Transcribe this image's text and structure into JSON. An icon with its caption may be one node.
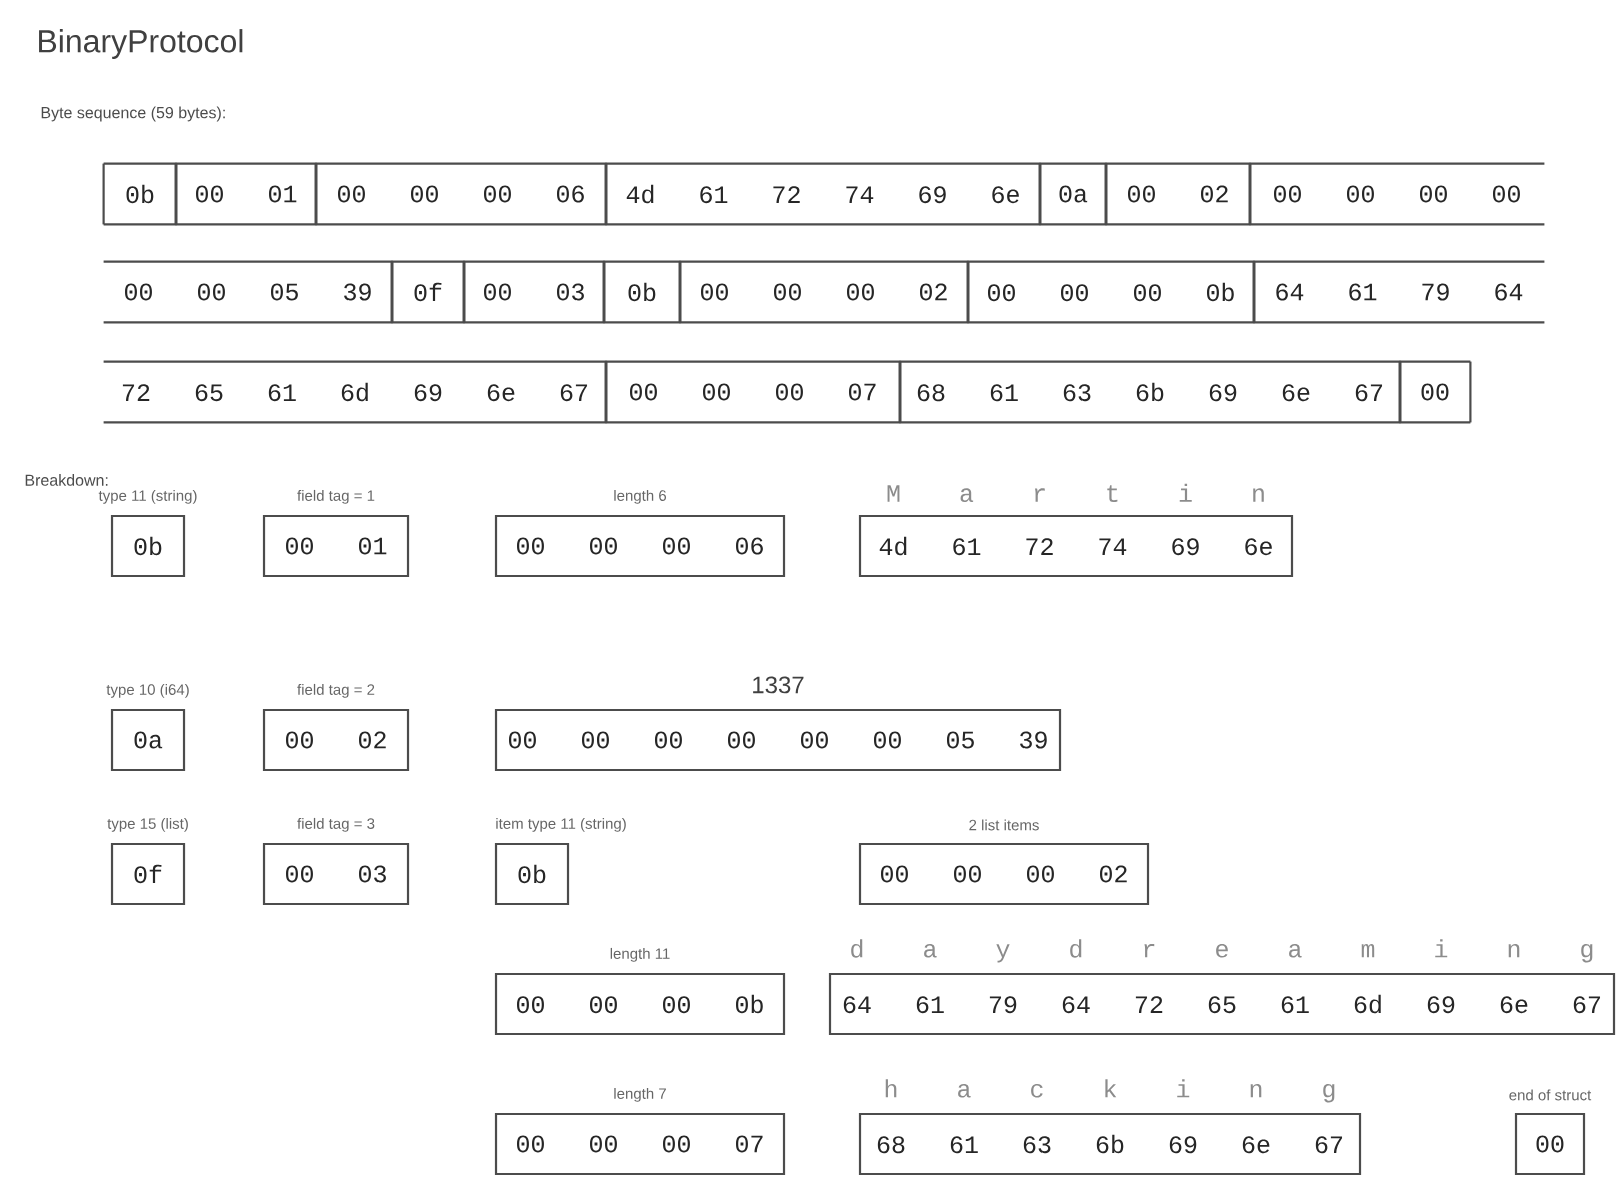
{
  "diagram": {
    "title": "BinaryProtocol",
    "nodes": [
      {
        "text": [
          "0b"
        ]
      },
      {
        "text": [
          "00 01"
        ]
      },
      {
        "text": [
          "00 00 00 06"
        ]
      },
      {
        "text": [
          "4d 61 72 74 69 6e"
        ]
      },
      {
        "text": [
          "0a"
        ]
      },
      {
        "text": [
          "00 02"
        ]
      },
      {
        "text": [
          "00 00 00 00"
        ]
      },
      {
        "text": [
          "00 00 05 39"
        ]
      },
      {
        "text": [
          "0f"
        ]
      },
      {
        "text": [
          "00 03"
        ]
      },
      {
        "text": [
          "0b"
        ]
      },
      {
        "text": [
          "00 00 00 02"
        ]
      },
      {
        "text": [
          "00 00 00 0b"
        ]
      },
      {
        "text": [
          "64 61 79 64"
        ]
      },
      {
        "text": [
          "72 65 61 6d 69 6e 67"
        ]
      },
      {
        "text": [
          "00 00 00 07"
        ]
      },
      {
        "text": [
          "68 61 63 6b 69 6e 67"
        ]
      },
      {
        "text": [
          "00"
        ]
      },
      {
        "text": [
          "type 11 (string)",
          "0b"
        ]
      },
      {
        "text": [
          "field tag = 1",
          "00 01"
        ]
      },
      {
        "text": [
          "length 6",
          "00 00 00 06"
        ]
      },
      {
        "text": [
          "M a r t i n",
          "4d 61 72 74 69 6e"
        ]
      },
      {
        "text": [
          "type 10 (i64)",
          "0a"
        ]
      },
      {
        "text": [
          "field tag = 2",
          "00 02"
        ]
      },
      {
        "text": [
          "1337",
          "00 00 00 00 00 00 05 39"
        ]
      },
      {
        "text": [
          "type 15 (list)",
          "0f"
        ]
      },
      {
        "text": [
          "field tag = 3",
          "00 03"
        ]
      },
      {
        "text": [
          "item type 11 (string)",
          "0b"
        ]
      },
      {
        "text": [
          "2 list items",
          "00 00 00 02"
        ]
      },
      {
        "text": [
          "length 11",
          "00 00 00 0b"
        ]
      },
      {
        "text": [
          "d a y d r e a m i n g",
          "64 61 79 64 72 65 61 6d 69 6e 67"
        ]
      },
      {
        "text": [
          "length 7",
          "00 00 00 07"
        ]
      },
      {
        "text": [
          "h a c k i n g",
          "68 61 63 6b 69 6e 67"
        ]
      },
      {
        "text": [
          "end of struct",
          "00"
        ]
      }
    ],
    "labels": [
      "Byte sequence (59 bytes):",
      "Breakdown:"
    ]
  }
}
